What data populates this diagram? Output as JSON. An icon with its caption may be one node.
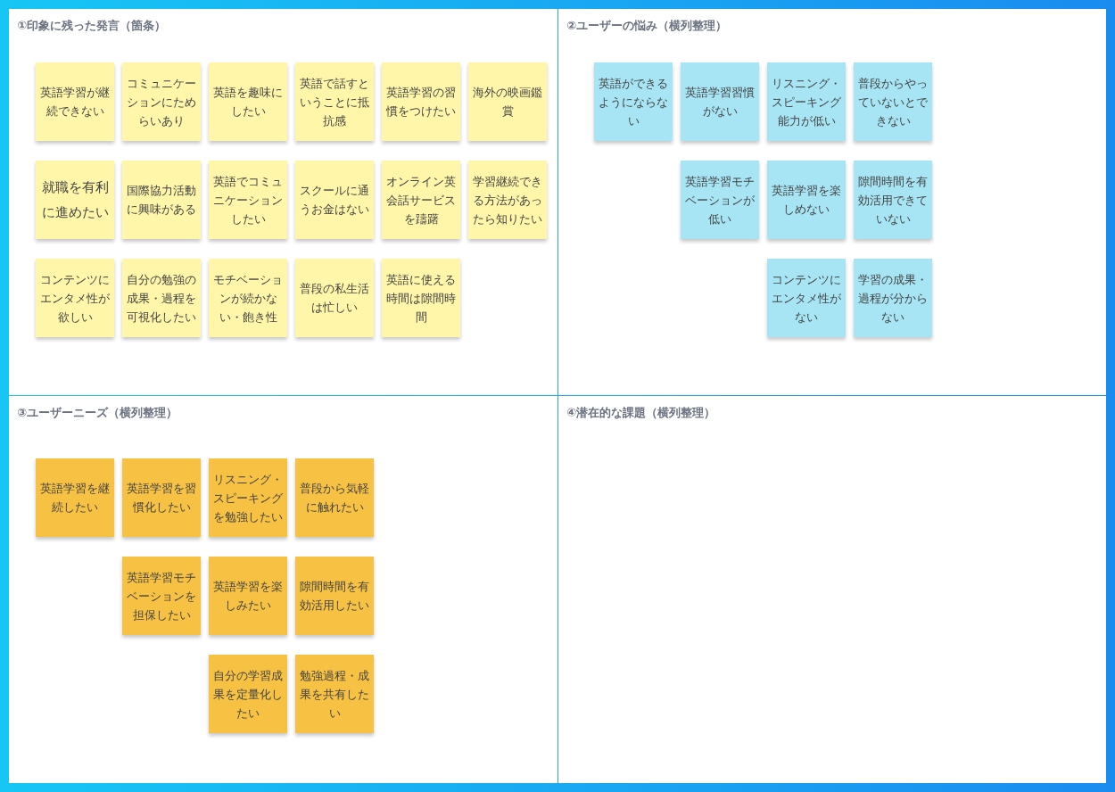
{
  "diagram": {
    "nodes": [
      {
        "text": [
          "①印象に残った発言（箇条）"
        ]
      },
      {
        "text": [
          "英語学習が継続できない"
        ],
        "in": 0
      },
      {
        "text": [
          "コミュニケーションにためらいあり"
        ],
        "in": 0
      },
      {
        "text": [
          "英語を趣味にしたい"
        ],
        "in": 0
      },
      {
        "text": [
          "英語で話すということに抵抗感"
        ],
        "in": 0
      },
      {
        "text": [
          "英語学習の習慣をつけたい"
        ],
        "in": 0
      },
      {
        "text": [
          "海外の映画鑑賞"
        ],
        "in": 0
      },
      {
        "text": [
          "就職を有利に進めたい"
        ],
        "in": 0
      },
      {
        "text": [
          "国際協力活動に興味がある"
        ],
        "in": 0
      },
      {
        "text": [
          "英語でコミュニケーションしたい"
        ],
        "in": 0
      },
      {
        "text": [
          "スクールに通うお金はない"
        ],
        "in": 0
      },
      {
        "text": [
          "オンライン英会話サービスを躊躇"
        ],
        "in": 0
      },
      {
        "text": [
          "学習継続できる方法があったら知りたい"
        ],
        "in": 0
      },
      {
        "text": [
          "コンテンツにエンタメ性が欲しい"
        ],
        "in": 0
      },
      {
        "text": [
          "自分の勉強の成果・過程を可視化したい"
        ],
        "in": 0
      },
      {
        "text": [
          "モチベーションが続かない・飽き性"
        ],
        "in": 0
      },
      {
        "text": [
          "普段の私生活は忙しい"
        ],
        "in": 0
      },
      {
        "text": [
          "英語に使える時間は隙間時間"
        ],
        "in": 0
      },
      {
        "text": [
          "②ユーザーの悩み（横列整理）"
        ]
      },
      {
        "text": [
          "英語ができるようにならない"
        ],
        "in": 18
      },
      {
        "text": [
          "英語学習習慣がない"
        ],
        "in": 18
      },
      {
        "text": [
          "リスニング・スピーキング能力が低い"
        ],
        "in": 18
      },
      {
        "text": [
          "普段からやっていないとできない"
        ],
        "in": 18
      },
      {
        "text": [
          "英語学習モチベーションが低い"
        ],
        "in": 18
      },
      {
        "text": [
          "英語学習を楽しめない"
        ],
        "in": 18
      },
      {
        "text": [
          "隙間時間を有効活用できていない"
        ],
        "in": 18
      },
      {
        "text": [
          "コンテンツにエンタメ性がない"
        ],
        "in": 18
      },
      {
        "text": [
          "学習の成果・過程が分からない"
        ],
        "in": 18
      },
      {
        "text": [
          "③ユーザーニーズ（横列整理）"
        ]
      },
      {
        "text": [
          "英語学習を継続したい"
        ],
        "in": 28
      },
      {
        "text": [
          "英語学習を習慣化したい"
        ],
        "in": 28
      },
      {
        "text": [
          "リスニング・スピーキングを勉強したい"
        ],
        "in": 28
      },
      {
        "text": [
          "普段から気軽に触れたい"
        ],
        "in": 28
      },
      {
        "text": [
          "英語学習モチベーションを担保したい"
        ],
        "in": 28
      },
      {
        "text": [
          "英語学習を楽しみたい"
        ],
        "in": 28
      },
      {
        "text": [
          "隙間時間を有効活用したい"
        ],
        "in": 28
      },
      {
        "text": [
          "自分の学習成果を定量化したい"
        ],
        "in": 28
      },
      {
        "text": [
          "勉強過程・成果を共有したい"
        ],
        "in": 28
      },
      {
        "text": [
          "④潜在的な課題（横列整理）"
        ]
      }
    ]
  }
}
